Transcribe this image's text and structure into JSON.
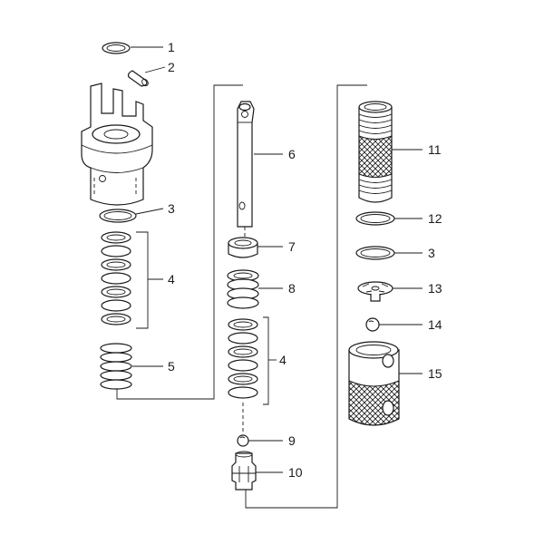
{
  "callouts": {
    "c1": "1",
    "c2": "2",
    "c3a": "3",
    "c4a": "4",
    "c5": "5",
    "c6": "6",
    "c7": "7",
    "c8": "8",
    "c4b": "4",
    "c9": "9",
    "c10": "10",
    "c11": "11",
    "c12": "12",
    "c3b": "3",
    "c13": "13",
    "c14": "14",
    "c15": "15"
  }
}
